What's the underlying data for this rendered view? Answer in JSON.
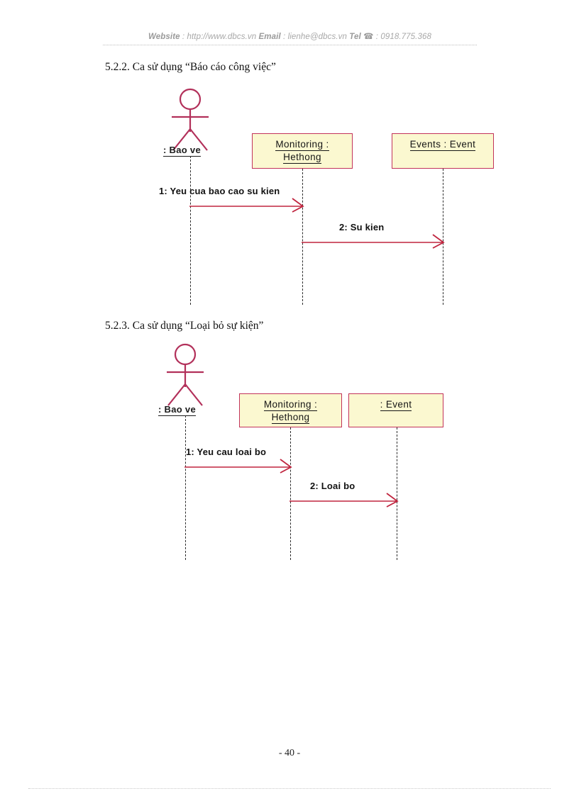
{
  "header": {
    "website_label": "Website",
    "website_sep": " : ",
    "website_url": "http://www.dbcs.vn",
    "email_label": "Email",
    "email_sep": " : ",
    "email_value": "lienhe@dbcs.vn",
    "tel_label": "Tel",
    "tel_icon": "telephone-icon",
    "tel_glyph": "☎",
    "tel_sep": " : ",
    "tel_value": "0918.775.368"
  },
  "sections": [
    {
      "number": "5.2.2.",
      "title": "5.2.2.  Ca sử dụng “Báo cáo công việc”"
    },
    {
      "number": "5.2.3.",
      "title": "5.2.3.  Ca sử dụng “Loại bỏ sự kiện”"
    }
  ],
  "diagrams": [
    {
      "id": "sequence-diagram-bao-cao-cong-viec",
      "actor": {
        "name": "actor-bao-ve",
        "label": ": Bao ve"
      },
      "objects": [
        {
          "name": "object-monitoring-hethong",
          "line1": "Monitoring :",
          "line2": "Hethong"
        },
        {
          "name": "object-events-event",
          "line1": "Events : Event",
          "line2": ""
        }
      ],
      "messages": [
        {
          "name": "message-1",
          "label": "1: Yeu cua bao cao su kien",
          "from": "actor",
          "to": "monitoring"
        },
        {
          "name": "message-2",
          "label": "2: Su kien",
          "from": "monitoring",
          "to": "events"
        }
      ]
    },
    {
      "id": "sequence-diagram-loai-bo-su-kien",
      "actor": {
        "name": "actor-bao-ve",
        "label": ": Bao ve"
      },
      "objects": [
        {
          "name": "object-monitoring-hethong",
          "line1": "Monitoring :",
          "line2": "Hethong"
        },
        {
          "name": "object-event",
          "line1": ": Event",
          "line2": ""
        }
      ],
      "messages": [
        {
          "name": "message-1",
          "label": "1: Yeu cau loai bo",
          "from": "actor",
          "to": "monitoring"
        },
        {
          "name": "message-2",
          "label": "2: Loai bo",
          "from": "monitoring",
          "to": "event"
        }
      ]
    }
  ],
  "footer": {
    "page_number": "- 40 -"
  },
  "colors": {
    "box_fill": "#fbf8d0",
    "box_border": "#c2335a",
    "actor_stroke": "#b2305a",
    "arrow": "#c0253f",
    "lifeline": "#2c2c2c",
    "header_text": "#a8a8a8",
    "body_text": "#111111"
  }
}
